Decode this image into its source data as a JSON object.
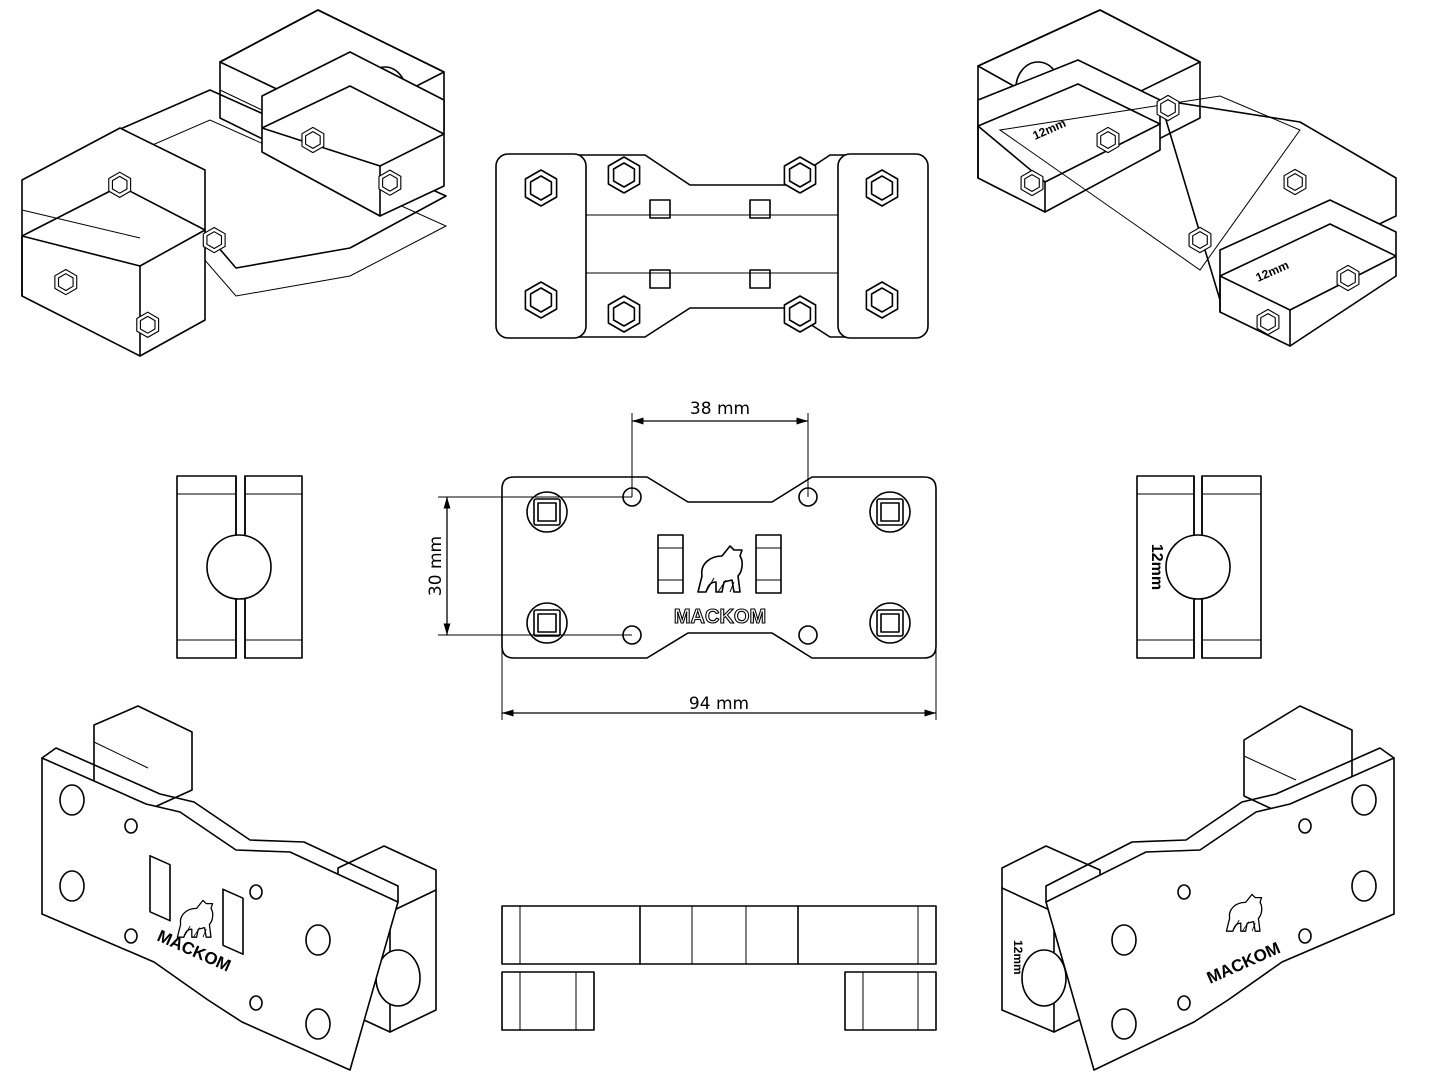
{
  "dimensions": {
    "hole_spacing": "38 mm",
    "height": "30 mm",
    "length": "94 mm"
  },
  "brand": "MACKOM",
  "tube_diameter": "12mm",
  "colors": {
    "line": "#000000",
    "background": "#ffffff"
  }
}
